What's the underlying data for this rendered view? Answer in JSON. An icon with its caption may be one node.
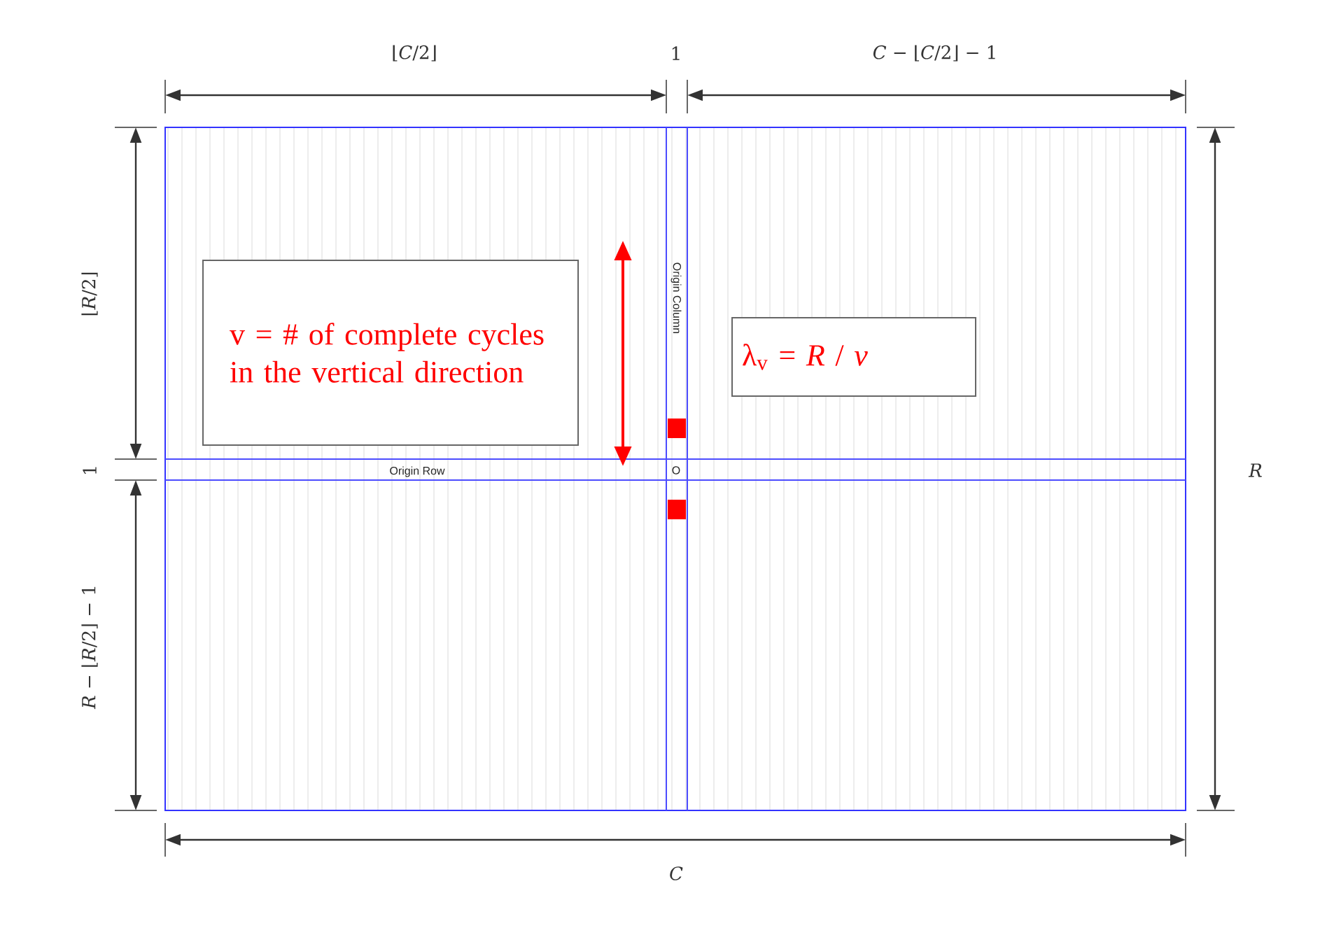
{
  "diagram": {
    "nodes": [
      {
        "text": [
          "v = # of complete cycles in the vertical direction"
        ]
      },
      {
        "text": [
          "λ$_{v}$ = *R* / *v*"
        ]
      }
    ],
    "labels": [
      "⌊*C*/2⌋",
      "1",
      "*C* − ⌊*C*/2⌋ − 1",
      "⌊*R*/2⌋",
      "1",
      "*R* − ⌊*R*/2⌋ − 1",
      "*R*",
      "Origin Column",
      "Origin Row",
      "O",
      "*C*"
    ]
  }
}
